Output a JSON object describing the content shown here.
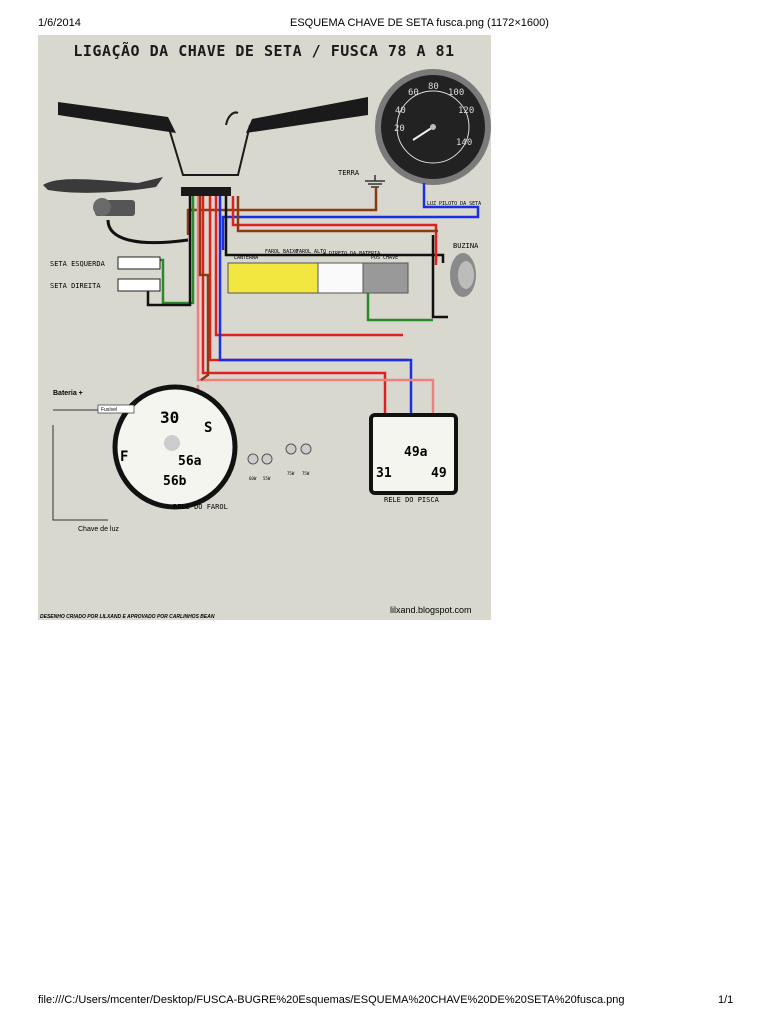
{
  "browser": {
    "date": "1/6/2014",
    "page_title": "ESQUEMA CHAVE DE SETA fusca.png (1172×1600)",
    "url": "file:///C:/Users/mcenter/Desktop/FUSCA-BUGRE%20Esquemas/ESQUEMA%20CHAVE%20DE%20SETA%20fusca.png",
    "page_count": "1/1"
  },
  "diagram": {
    "title": "LIGAÇÃO DA CHAVE DE SETA / FUSCA 78 A 81",
    "labels": {
      "terra": "TERRA",
      "luz_piloto": "LUZ PILOTO DA SETA",
      "buzina": "BUZINA",
      "seta_esquerda": "SETA ESQUERDA",
      "seta_direita": "SETA DIREITA",
      "bateria": "Bateria +",
      "fusivel": "Fusível",
      "chave_de_luz": "Chave de luz",
      "rele_farol": "RELE DO FAROL",
      "rele_pisca": "RELE DO PISCA",
      "credit": "DESENHO CRIADO POR LILXAND E APROVADO POR CARLINHOS BEAN",
      "blog": "lilxand.blogspot.com"
    },
    "fuse_groups": [
      "LANTERNA",
      "FAROL BAIXO",
      "FAROL ALTO",
      "+ DIRETO DA BATERIA",
      "POS CHAVE"
    ],
    "speedo_numbers": [
      "20",
      "40",
      "60",
      "80",
      "100",
      "120",
      "140"
    ],
    "farol_terminals": [
      "30",
      "S",
      "F",
      "56a",
      "56b"
    ],
    "pisca_terminals": [
      "49a",
      "31",
      "49"
    ],
    "lamp_watts": [
      "60W",
      "55W",
      "75W",
      "75W"
    ],
    "colors": {
      "background": "#d9d8cf",
      "wire_red": "#e02020",
      "wire_blue": "#1a2fe0",
      "wire_brown": "#8b3a12",
      "wire_black": "#111111",
      "wire_pink": "#f08080",
      "wire_green": "#2a8a2a",
      "fuse_yellow": "#f2e640"
    }
  }
}
